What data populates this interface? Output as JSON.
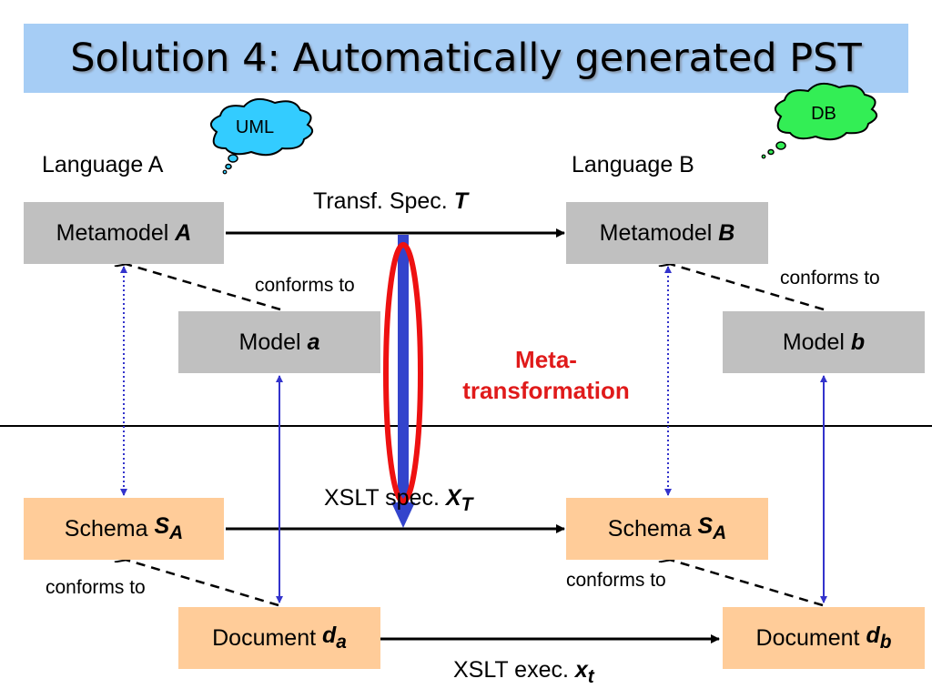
{
  "slide": {
    "title": "Solution 4: Automatically generated PST"
  },
  "clouds": {
    "uml": {
      "label": "UML",
      "color": "#33ccff"
    },
    "db": {
      "label": "DB",
      "color": "#33ee55"
    }
  },
  "languages": {
    "a": "Language A",
    "b": "Language B"
  },
  "transf_spec": {
    "label": "Transf. Spec.",
    "symbol": "T"
  },
  "meta_transformation": {
    "line1": "Meta-",
    "line2": "transformation",
    "color": "#e01a1a"
  },
  "xslt_spec": {
    "label": "XSLT spec.",
    "symbol": "X",
    "subscript": "T"
  },
  "xslt_exec": {
    "label": "XSLT exec.",
    "symbol": "x",
    "subscript": "t"
  },
  "boxes": {
    "metamodel_a": {
      "label": "Metamodel",
      "symbol": "A"
    },
    "metamodel_b": {
      "label": "Metamodel",
      "symbol": "B"
    },
    "model_a": {
      "label": "Model",
      "symbol": "a"
    },
    "model_b": {
      "label": "Model",
      "symbol": "b"
    },
    "schema_left": {
      "label": "Schema",
      "symbol": "S",
      "subscript": "A"
    },
    "schema_right": {
      "label": "Schema",
      "symbol": "S",
      "subscript": "A"
    },
    "document_a": {
      "label": "Document",
      "symbol": "d",
      "subscript": "a"
    },
    "document_b": {
      "label": "Document",
      "symbol": "d",
      "subscript": "b"
    }
  },
  "conforms": {
    "top_left": "conforms to",
    "top_right": "conforms to",
    "bottom_left": "conforms to",
    "bottom_right": "conforms to"
  },
  "colors": {
    "title_bar": "#a6cdf5",
    "metamodel_box": "#c0c0c0",
    "document_box": "#ffcc99",
    "blue_link": "#3333cc",
    "meta_arrow": "#3344cc",
    "meta_ellipse": "#ee1111"
  }
}
